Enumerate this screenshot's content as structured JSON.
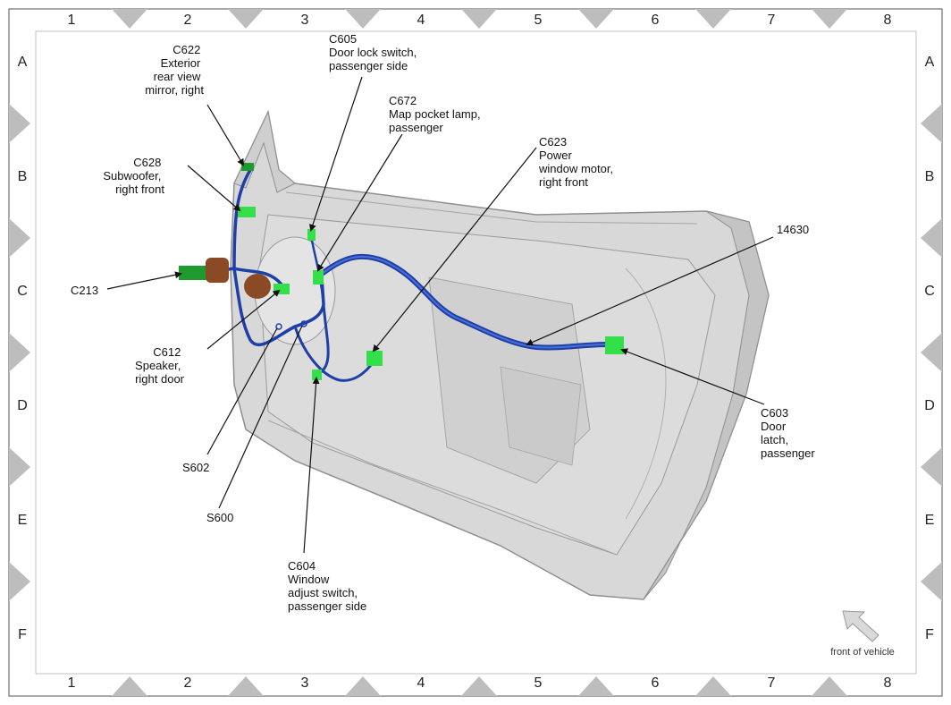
{
  "grid": {
    "columns": [
      "1",
      "2",
      "3",
      "4",
      "5",
      "6",
      "7",
      "8"
    ],
    "rows": [
      "A",
      "B",
      "C",
      "D",
      "E",
      "F"
    ]
  },
  "callouts": {
    "c622": [
      "C622",
      "Exterior",
      "rear view",
      "mirror, right"
    ],
    "c605": [
      "C605",
      "Door lock switch,",
      "passenger side"
    ],
    "c672": [
      "C672",
      "Map pocket lamp,",
      "passenger"
    ],
    "c628": [
      "C628",
      "Subwoofer,",
      "right front"
    ],
    "c623": [
      "C623",
      "Power",
      "window motor,",
      "right front"
    ],
    "w14630": [
      "14630"
    ],
    "c213": [
      "C213"
    ],
    "c612": [
      "C612",
      "Speaker,",
      "right door"
    ],
    "c603": [
      "C603",
      "Door",
      "latch,",
      "passenger"
    ],
    "s602": [
      "S602"
    ],
    "s600": [
      "S600"
    ],
    "c604": [
      "C604",
      "Window",
      "adjust switch,",
      "passenger side"
    ]
  },
  "front_note": "front of vehicle",
  "colors": {
    "harness": "#1f3fa8",
    "connector": "#33e04a",
    "connector_dark": "#1f9a2e",
    "speaker_brown": "#8a4a25",
    "door_panel": "#d7d7d7",
    "border_triangle": "#bdbdbd"
  }
}
